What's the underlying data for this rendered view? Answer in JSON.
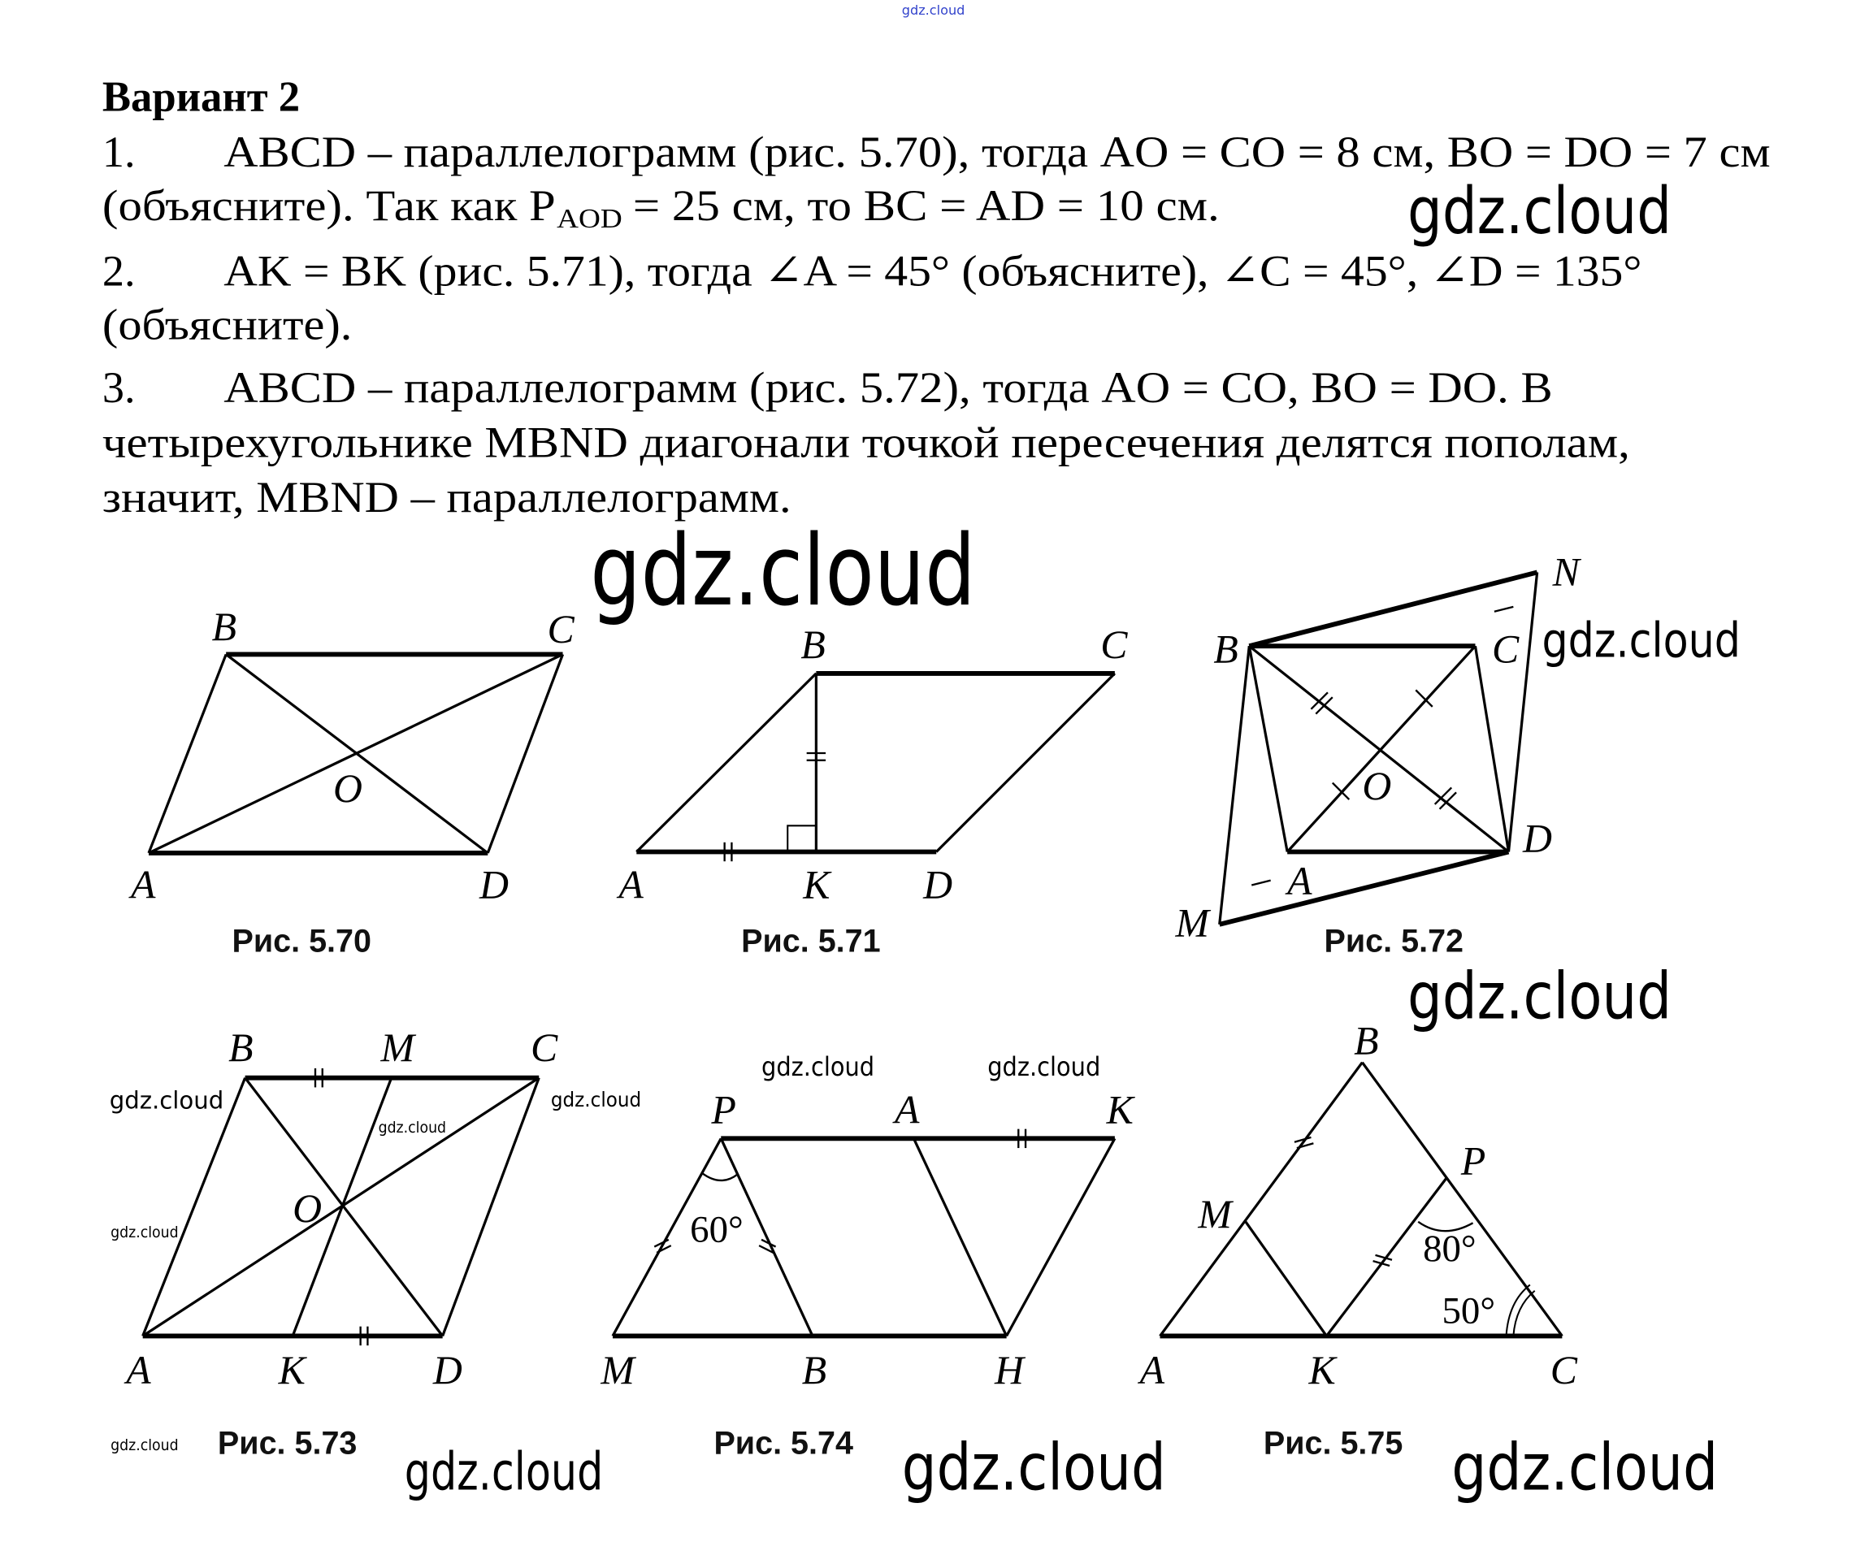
{
  "heading": "Вариант 2",
  "items": [
    {
      "num": "1.",
      "lines": [
        "ABCD – параллелограмм (рис. 5.70), тогда AO = CO = 8 см, BO = DO = 7 см",
        "(объясните). Так как P",
        "AOD",
        "= 25 см, то BC = AD = 10 см."
      ]
    },
    {
      "num": "2.",
      "lines": [
        "AK = BK (рис. 5.71), тогда ∠A = 45° (объясните), ∠C = 45°, ∠D = 135°",
        "(объясните)."
      ]
    },
    {
      "num": "3.",
      "lines": [
        "ABCD – параллелограмм (рис. 5.72), тогда AO = CO, BO = DO. В",
        "четырехугольнике MBND диагонали точкой пересечения делятся пополам,",
        "значит, MBND – параллелограмм."
      ]
    }
  ],
  "watermark": "gdz.cloud",
  "figures": [
    {
      "caption": "Рис. 5.70",
      "labels": {
        "A": "A",
        "B": "B",
        "C": "C",
        "D": "D",
        "O": "O"
      }
    },
    {
      "caption": "Рис. 5.71",
      "labels": {
        "A": "A",
        "B": "B",
        "C": "C",
        "D": "D",
        "K": "K"
      }
    },
    {
      "caption": "Рис. 5.72",
      "labels": {
        "A": "A",
        "B": "B",
        "C": "C",
        "D": "D",
        "O": "O",
        "M": "M",
        "N": "N"
      }
    },
    {
      "caption": "Рис. 5.73",
      "labels": {
        "A": "A",
        "B": "B",
        "C": "C",
        "D": "D",
        "O": "O",
        "M": "M",
        "K": "K"
      }
    },
    {
      "caption": "Рис. 5.74",
      "labels": {
        "P": "P",
        "A": "A",
        "K": "K",
        "M": "M",
        "B": "B",
        "H": "H"
      },
      "angle": "60°"
    },
    {
      "caption": "Рис. 5.75",
      "labels": {
        "A": "A",
        "B": "B",
        "C": "C",
        "M": "M",
        "P": "P",
        "K": "K"
      },
      "angles": [
        "80°",
        "50°"
      ]
    }
  ],
  "colors": {
    "watermark_top": "#3344cc"
  }
}
